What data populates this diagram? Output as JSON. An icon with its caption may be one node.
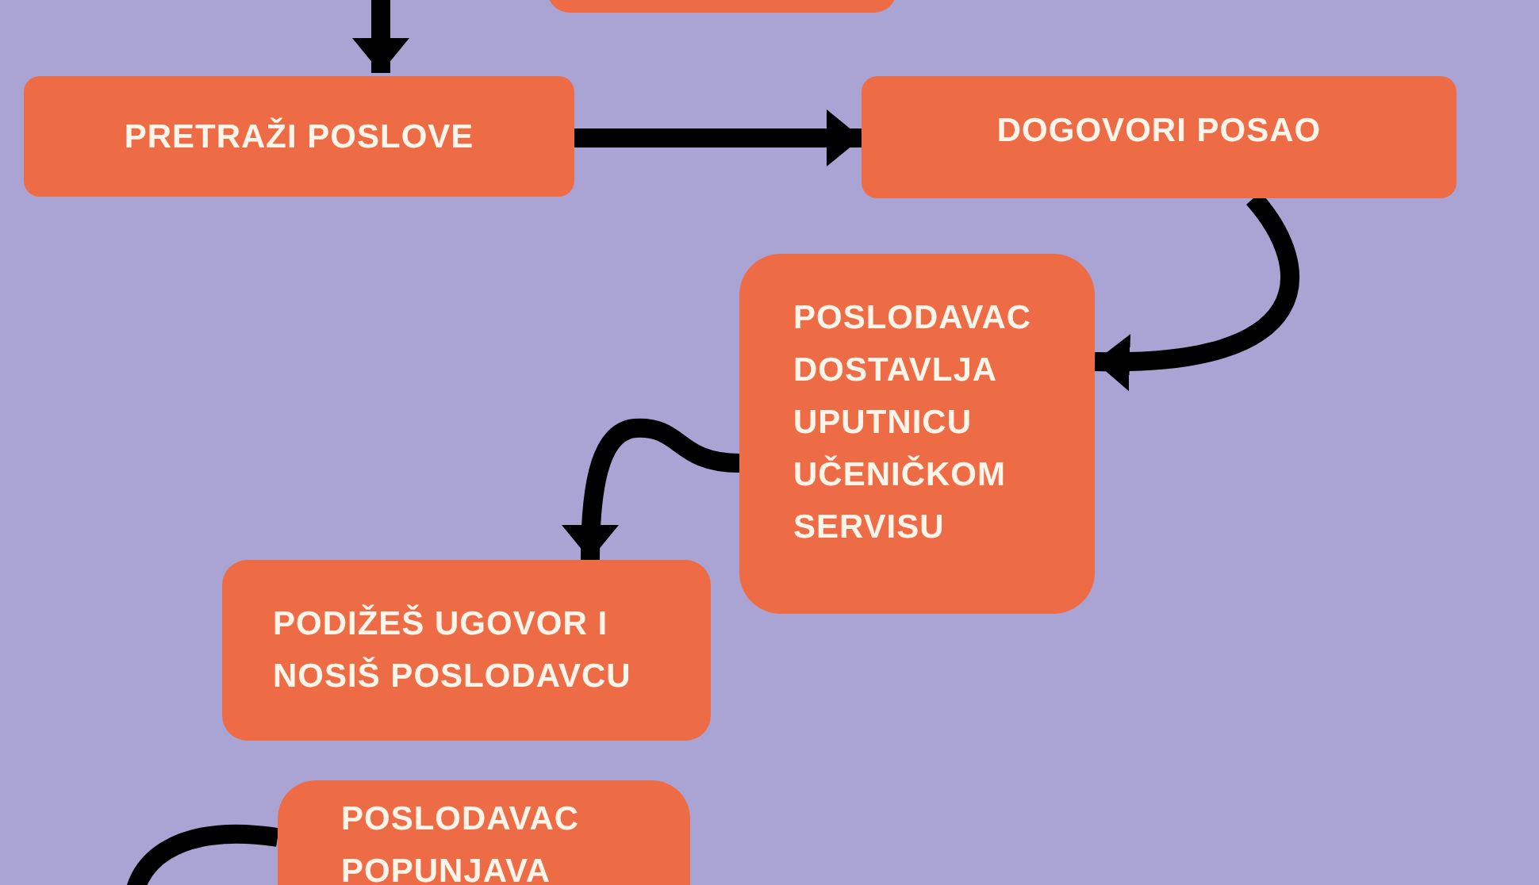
{
  "diagram": {
    "nodes": [
      {
        "text": [],
        "shape": "box"
      },
      {
        "text": [
          "PRETRAŽI POSLOVE"
        ]
      },
      {
        "text": [
          "DOGOVORI POSAO"
        ]
      },
      {
        "text": [
          "POSLODAVAC DOSTAVLJA UPUTNICU UČENIČKOM SERVISU"
        ]
      },
      {
        "text": [
          "PODIŽEŠ UGOVOR I NOSIŠ POSLODAVCU"
        ]
      },
      {
        "text": [
          "POSLODAVAC POPUNJAVA"
        ]
      }
    ],
    "edges": [
      {
        "from": null,
        "to": 1,
        "arrow": "to"
      },
      {
        "from": 1,
        "to": 2,
        "arrow": "to"
      },
      {
        "from": 2,
        "to": 3,
        "arrow": "to"
      },
      {
        "from": 3,
        "to": 4,
        "arrow": "to"
      },
      {
        "from": 5,
        "to": null,
        "arrow": "none"
      }
    ]
  }
}
